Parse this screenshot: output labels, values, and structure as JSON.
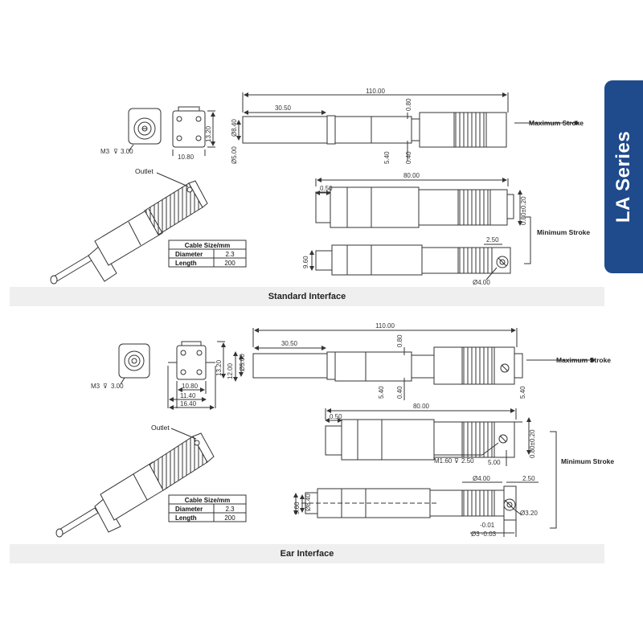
{
  "series_tab": "LA Series",
  "sections": [
    {
      "caption": "Standard Interface",
      "outlet": "Outlet",
      "thread": "M3",
      "thread_depth": "3.00",
      "end_view_dims": {
        "width": "10.80",
        "height": "13.20"
      },
      "table": {
        "header": "Cable Size/mm",
        "rows": [
          {
            "label": "Diameter",
            "value": "2.3"
          },
          {
            "label": "Length",
            "value": "200"
          }
        ]
      },
      "max_stroke": {
        "label": "Maximum Stroke",
        "total": "110.00",
        "rod": "30.50",
        "d_rod": "Ø5.00",
        "d_tip": "Ø8.40",
        "top": "0.80",
        "bot1": "5.40",
        "bot2": "0.40"
      },
      "min_stroke": {
        "label": "Minimum Stroke",
        "total": "80.00",
        "left": "0.50",
        "right": "0.80±0.20",
        "height": "9.60",
        "offset": "2.50",
        "hole": "Ø4.00"
      }
    },
    {
      "caption": "Ear Interface",
      "outlet": "Outlet",
      "thread": "M3",
      "thread_depth": "3.00",
      "end_view_dims": {
        "h1": "12.00",
        "h2": "13.20",
        "w1": "10.80",
        "w2": "11.40",
        "w3": "16.40"
      },
      "table": {
        "header": "Cable Size/mm",
        "rows": [
          {
            "label": "Diameter",
            "value": "2.3"
          },
          {
            "label": "Length",
            "value": "200"
          }
        ]
      },
      "max_stroke": {
        "label": "Maximum Stroke",
        "total": "110.00",
        "rod": "30.50",
        "d_rod": "Ø5.00",
        "top": "0.80",
        "bot1": "5.40",
        "bot2": "0.40",
        "bot3": "5.40"
      },
      "min_stroke": {
        "label": "Minimum Stroke",
        "total": "80.00",
        "left": "0.50",
        "right": "0.80±0.20",
        "thread": "M1.60",
        "thread_depth": "2.50",
        "offset1": "5.00",
        "height1": "9.60",
        "height2": "Ø8.40",
        "hole_top": "Ø4.00",
        "offset2": "2.50",
        "hole_r": "Ø3.20",
        "tol1": "-0.01",
        "tol2": "Ø3 -0.03"
      }
    }
  ]
}
